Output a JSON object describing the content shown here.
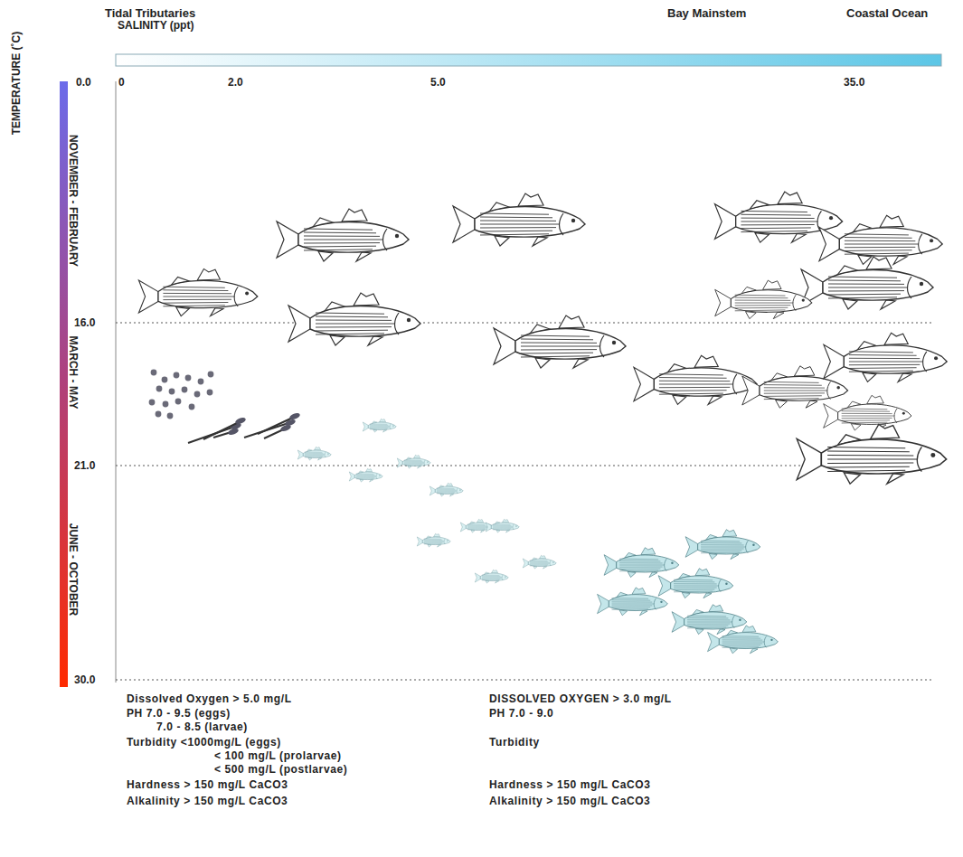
{
  "diagram": {
    "labels": [
      "Tidal Tributaries",
      "SALINITY (ppt)",
      "Bay Mainstem",
      "Coastal Ocean",
      "0.0",
      "0",
      "2.0",
      "5.0",
      "35.0",
      "TEMPERATURE (˚C)",
      "NOVEMBER - FEBRUARY",
      "MARCH - MAY",
      "JUNE - OCTOBER",
      "16.0",
      "21.0",
      "30.0",
      "Dissolved Oxygen > 5.0 mg/L",
      "PH 7.0 - 9.5 (eggs)",
      "7.0 - 8.5 (larvae)",
      "Turbidity <1000mg/L (eggs)",
      "< 100 mg/L (prolarvae)",
      "< 500 mg/L (postlarvae)",
      "Hardness > 150 mg/L CaCO3",
      "Alkalinity > 150 mg/L CaCO3",
      "DISSOLVED OXYGEN > 3.0 mg/L",
      "PH 7.0 - 9.0",
      "Turbidity",
      "Hardness > 150 mg/L CaCO3",
      "Alkalinity > 150 mg/L CaCO3"
    ]
  }
}
